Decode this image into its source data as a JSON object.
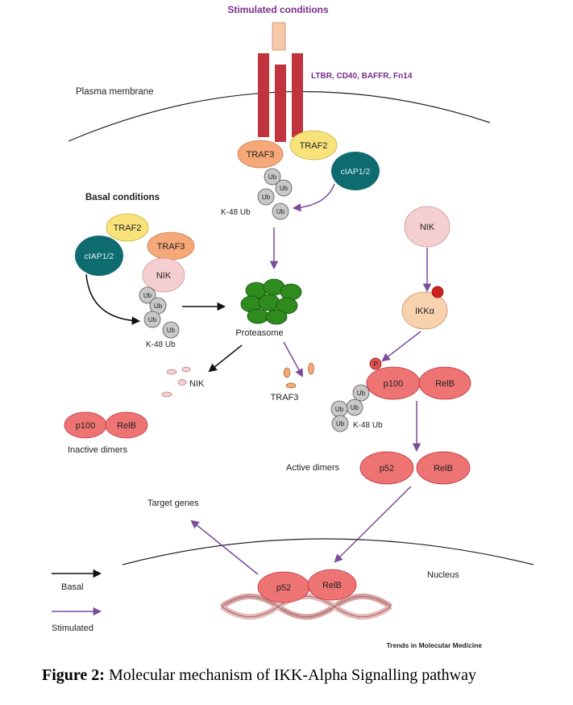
{
  "header": {
    "stimulated_title": "Stimulated conditions",
    "receptors": "LTBR, CD40, BAFFR, Fn14"
  },
  "membrane": {
    "label": "Plasma membrane"
  },
  "basal": {
    "title": "Basal conditions"
  },
  "proteins": {
    "traf3": "TRAF3",
    "traf2": "TRAF2",
    "ciap": "cIAP1/2",
    "nik": "NIK",
    "ikka": "IKKα",
    "p100": "p100",
    "relb": "RelB",
    "p52": "p52",
    "ub": "Ub",
    "phospho": "P"
  },
  "labels": {
    "k48_ub": "K-48 Ub",
    "proteasome": "Proteasome",
    "nik_fragments": "NIK",
    "traf3_fragments": "TRAF3",
    "inactive_dimers": "Inactive dimers",
    "active_dimers": "Active dimers",
    "target_genes": "Target genes",
    "nucleus": "Nucleus"
  },
  "legend": {
    "basal": "Basal",
    "stimulated": "Stimulated"
  },
  "source": "Trends in Molecular Medicine",
  "caption": {
    "prefix": "Figure 2:",
    "text": " Molecular mechanism of IKK-Alpha Signalling pathway"
  },
  "colors": {
    "receptor": "#c0343d",
    "ligand": "#f6c9a8",
    "traf3": "#f6a878",
    "traf2": "#f8e27a",
    "ciap": "#0e6b6f",
    "nik": "#f5cfcf",
    "ikka": "#f8d2ae",
    "nfkb": "#ee7474",
    "ub": "#c8c8c8",
    "proteasome": "#2e8b1e",
    "purple_arrow": "#7b4c9c",
    "phospho": "#d02020"
  }
}
